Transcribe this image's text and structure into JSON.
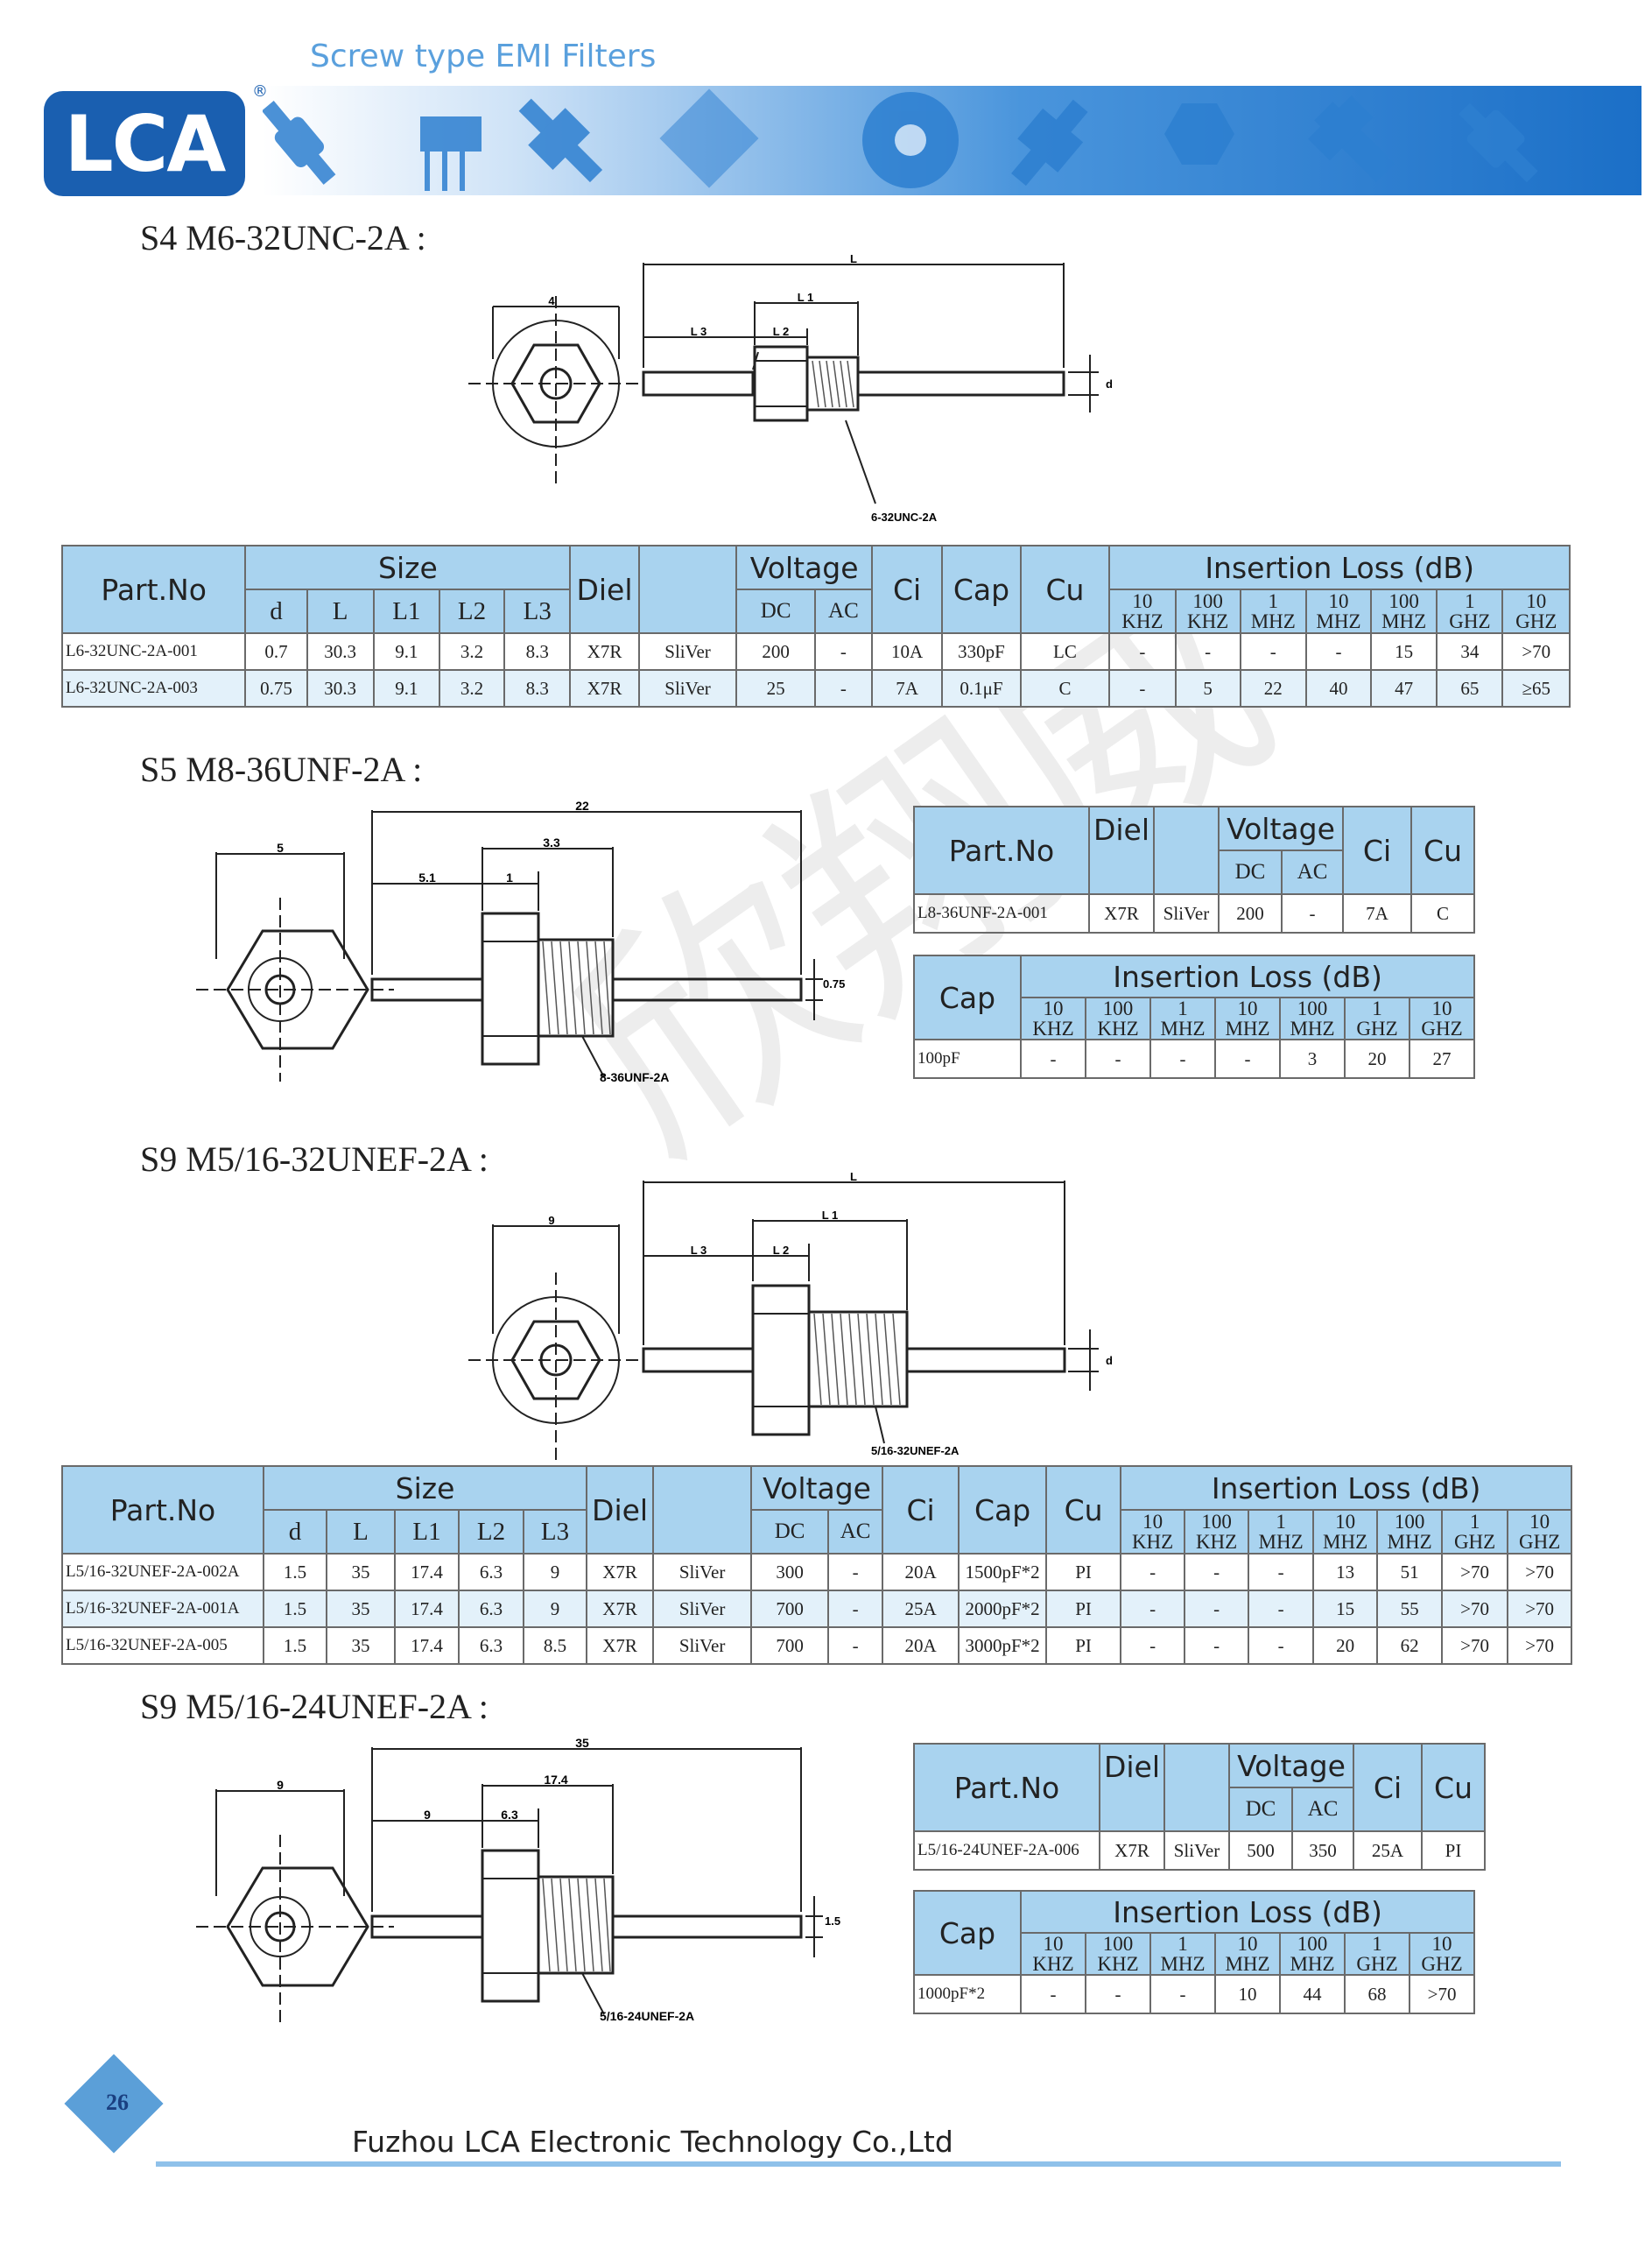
{
  "header": {
    "title": "Screw type EMI Filters",
    "logo_text": "LCA",
    "registered_mark": "®",
    "brand_color": "#1a5fb0",
    "accent_color": "#a9d3ef"
  },
  "watermark": "欣翔威",
  "s4": {
    "title": "S4 M6-32UNC-2A :",
    "drawing": {
      "hex_width": "4",
      "L": "L",
      "L1": "L 1",
      "L2": "L 2",
      "L3": "L 3",
      "d": "d",
      "thread": "6-32UNC-2A"
    },
    "headers": {
      "part_no": "Part.No",
      "size": "Size",
      "diel": "Diel",
      "voltage": "Voltage",
      "ci": "Ci",
      "cap": "Cap",
      "cu": "Cu",
      "insertion_loss": "Insertion Loss (dB)",
      "size_cols": [
        "d",
        "L",
        "L1",
        "L2",
        "L3"
      ],
      "voltage_cols": [
        "DC",
        "AC"
      ],
      "freq_cols": [
        [
          "10",
          "KHZ"
        ],
        [
          "100",
          "KHZ"
        ],
        [
          "1",
          "MHZ"
        ],
        [
          "10",
          "MHZ"
        ],
        [
          "100",
          "MHZ"
        ],
        [
          "1",
          "GHZ"
        ],
        [
          "10",
          "GHZ"
        ]
      ]
    },
    "rows": [
      {
        "part": "L6-32UNC-2A-001",
        "d": "0.7",
        "L": "30.3",
        "L1": "9.1",
        "L2": "3.2",
        "L3": "8.3",
        "diel": "X7R",
        "el": "SliVer",
        "dc": "200",
        "ac": "-",
        "ci": "10A",
        "cap": "330pF",
        "cu": "LC",
        "il": [
          "-",
          "-",
          "-",
          "-",
          "15",
          "34",
          ">70"
        ]
      },
      {
        "part": "L6-32UNC-2A-003",
        "d": "0.75",
        "L": "30.3",
        "L1": "9.1",
        "L2": "3.2",
        "L3": "8.3",
        "diel": "X7R",
        "el": "SliVer",
        "dc": "25",
        "ac": "-",
        "ci": "7A",
        "cap": "0.1μF",
        "cu": "C",
        "il": [
          "-",
          "5",
          "22",
          "40",
          "47",
          "65",
          "≥65"
        ]
      }
    ]
  },
  "s5": {
    "title": "S5 M8-36UNF-2A :",
    "drawing": {
      "hex_width": "5",
      "L": "22",
      "L1": "3.3",
      "L2": "1",
      "L3": "5.1",
      "d": "0.75",
      "thread": "8-36UNF-2A"
    },
    "headers": {
      "part_no": "Part.No",
      "diel": "Diel",
      "voltage": "Voltage",
      "dc": "DC",
      "ac": "AC",
      "ci": "Ci",
      "cu": "Cu",
      "cap": "Cap",
      "insertion_loss": "Insertion Loss (dB)",
      "freq_cols": [
        [
          "10",
          "KHZ"
        ],
        [
          "100",
          "KHZ"
        ],
        [
          "1",
          "MHZ"
        ],
        [
          "10",
          "MHZ"
        ],
        [
          "100",
          "MHZ"
        ],
        [
          "1",
          "GHZ"
        ],
        [
          "10",
          "GHZ"
        ]
      ]
    },
    "row": {
      "part": "L8-36UNF-2A-001",
      "diel": "X7R",
      "el": "SliVer",
      "dc": "200",
      "ac": "-",
      "ci": "7A",
      "cu": "C",
      "cap": "100pF",
      "il": [
        "-",
        "-",
        "-",
        "-",
        "3",
        "20",
        "27"
      ]
    }
  },
  "s9a": {
    "title": "S9 M5/16-32UNEF-2A :",
    "drawing": {
      "hex_width": "9",
      "L": "L",
      "L1": "L 1",
      "L2": "L 2",
      "L3": "L 3",
      "d": "d",
      "thread": "5/16-32UNEF-2A"
    },
    "headers": {
      "part_no": "Part.No",
      "size": "Size",
      "diel": "Diel",
      "voltage": "Voltage",
      "ci": "Ci",
      "cap": "Cap",
      "cu": "Cu",
      "insertion_loss": "Insertion Loss (dB)",
      "size_cols": [
        "d",
        "L",
        "L1",
        "L2",
        "L3"
      ],
      "voltage_cols": [
        "DC",
        "AC"
      ],
      "freq_cols": [
        [
          "10",
          "KHZ"
        ],
        [
          "100",
          "KHZ"
        ],
        [
          "1",
          "MHZ"
        ],
        [
          "10",
          "MHZ"
        ],
        [
          "100",
          "MHZ"
        ],
        [
          "1",
          "GHZ"
        ],
        [
          "10",
          "GHZ"
        ]
      ]
    },
    "rows": [
      {
        "part": "L5/16-32UNEF-2A-002A",
        "d": "1.5",
        "L": "35",
        "L1": "17.4",
        "L2": "6.3",
        "L3": "9",
        "diel": "X7R",
        "el": "SliVer",
        "dc": "300",
        "ac": "-",
        "ci": "20A",
        "cap": "1500pF*2",
        "cu": "PI",
        "il": [
          "-",
          "-",
          "-",
          "13",
          "51",
          ">70",
          ">70"
        ]
      },
      {
        "part": "L5/16-32UNEF-2A-001A",
        "d": "1.5",
        "L": "35",
        "L1": "17.4",
        "L2": "6.3",
        "L3": "9",
        "diel": "X7R",
        "el": "SliVer",
        "dc": "700",
        "ac": "-",
        "ci": "25A",
        "cap": "2000pF*2",
        "cu": "PI",
        "il": [
          "-",
          "-",
          "-",
          "15",
          "55",
          ">70",
          ">70"
        ]
      },
      {
        "part": "L5/16-32UNEF-2A-005",
        "d": "1.5",
        "L": "35",
        "L1": "17.4",
        "L2": "6.3",
        "L3": "8.5",
        "diel": "X7R",
        "el": "SliVer",
        "dc": "700",
        "ac": "-",
        "ci": "20A",
        "cap": "3000pF*2",
        "cu": "PI",
        "il": [
          "-",
          "-",
          "-",
          "20",
          "62",
          ">70",
          ">70"
        ]
      }
    ]
  },
  "s9b": {
    "title": "S9 M5/16-24UNEF-2A :",
    "drawing": {
      "hex_width": "9",
      "L": "35",
      "L1": "17.4",
      "L2": "6.3",
      "L3": "9",
      "d": "1.5",
      "thread": "5/16-24UNEF-2A"
    },
    "headers": {
      "part_no": "Part.No",
      "diel": "Diel",
      "voltage": "Voltage",
      "dc": "DC",
      "ac": "AC",
      "ci": "Ci",
      "cu": "Cu",
      "cap": "Cap",
      "insertion_loss": "Insertion Loss (dB)",
      "freq_cols": [
        [
          "10",
          "KHZ"
        ],
        [
          "100",
          "KHZ"
        ],
        [
          "1",
          "MHZ"
        ],
        [
          "10",
          "MHZ"
        ],
        [
          "100",
          "MHZ"
        ],
        [
          "1",
          "GHZ"
        ],
        [
          "10",
          "GHZ"
        ]
      ]
    },
    "row": {
      "part": "L5/16-24UNEF-2A-006",
      "diel": "X7R",
      "el": "SliVer",
      "dc": "500",
      "ac": "350",
      "ci": "25A",
      "cu": "PI",
      "cap": "1000pF*2",
      "il": [
        "-",
        "-",
        "-",
        "10",
        "44",
        "68",
        ">70"
      ]
    }
  },
  "footer": {
    "company": "Fuzhou LCA Electronic Technology Co.,Ltd",
    "page_number": "26"
  }
}
